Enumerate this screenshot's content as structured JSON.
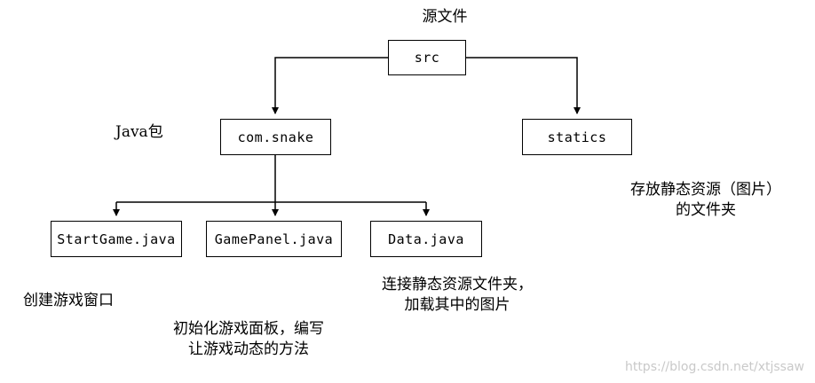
{
  "diagram": {
    "title": "源文件",
    "labels": {
      "java_package": "Java包"
    },
    "nodes": {
      "src": "src",
      "com_snake": "com.snake",
      "statics": "statics",
      "start_game": "StartGame.java",
      "game_panel": "GamePanel.java",
      "data_java": "Data.java"
    },
    "annotations": {
      "statics_note": "存放静态资源（图片）\n的文件夹",
      "start_game_note": "创建游戏窗口",
      "game_panel_note": "初始化游戏面板，编写\n让游戏动态的方法",
      "data_note": "连接静态资源文件夹，\n加载其中的图片"
    },
    "watermark": "https://blog.csdn.net/xtjssaw",
    "colors": {
      "line": "#000000",
      "box_border": "#000000",
      "text": "#000000",
      "watermark_text": "#c9c9c9",
      "background": "#ffffff"
    }
  }
}
